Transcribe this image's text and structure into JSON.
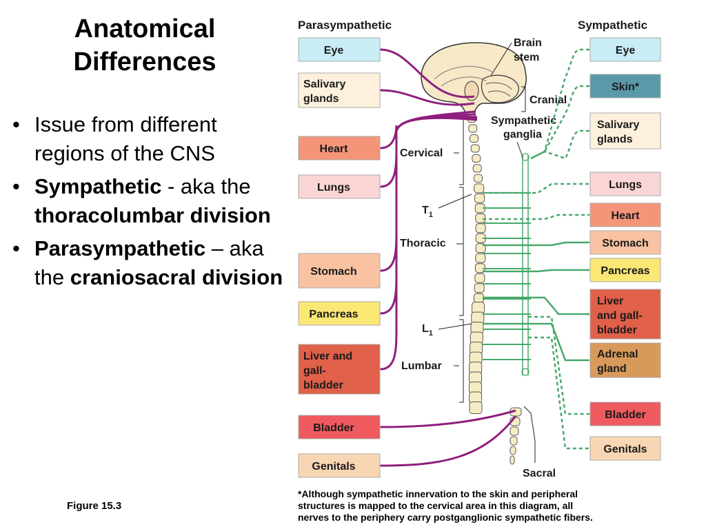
{
  "title": {
    "line1": "Anatomical",
    "line2": "Differences"
  },
  "bullets": {
    "b1": "Issue from different regions of the CNS",
    "b2_bold": "Sympathetic",
    "b2_rest": " - aka the ",
    "b2_bold2": "thoracolumbar division",
    "b3_bold": "Parasympathetic",
    "b3_rest": " – aka the ",
    "b3_bold2": "craniosacral division"
  },
  "figure_ref": "Figure 15.3",
  "diagram": {
    "parasympathetic_header": "Parasympathetic",
    "sympathetic_header": "Sympathetic",
    "para_organs": [
      {
        "l1": "Eye",
        "l2": "",
        "color": "#c9ecf5"
      },
      {
        "l1": "Salivary",
        "l2": "glands",
        "color": "#fdf0dc"
      },
      {
        "l1": "Heart",
        "l2": "",
        "color": "#f4957a"
      },
      {
        "l1": "Lungs",
        "l2": "",
        "color": "#fad5d5"
      },
      {
        "l1": "Stomach",
        "l2": "",
        "color": "#f9c3a3"
      },
      {
        "l1": "Pancreas",
        "l2": "",
        "color": "#fbe774"
      },
      {
        "l1": "Liver and",
        "l2": "gall-",
        "l3": "bladder",
        "color": "#e0604a"
      },
      {
        "l1": "Bladder",
        "l2": "",
        "color": "#ef5a5f"
      },
      {
        "l1": "Genitals",
        "l2": "",
        "color": "#f9d6b3"
      }
    ],
    "symp_organs": [
      {
        "l1": "Eye",
        "l2": "",
        "color": "#c9ecf5"
      },
      {
        "l1": "Skin*",
        "l2": "",
        "color": "#5a9aa8"
      },
      {
        "l1": "Salivary",
        "l2": "glands",
        "color": "#fdf0dc"
      },
      {
        "l1": "Lungs",
        "l2": "",
        "color": "#fad5d5"
      },
      {
        "l1": "Heart",
        "l2": "",
        "color": "#f4957a"
      },
      {
        "l1": "Stomach",
        "l2": "",
        "color": "#f9c3a3"
      },
      {
        "l1": "Pancreas",
        "l2": "",
        "color": "#fbe774"
      },
      {
        "l1": "Liver",
        "l2": "and gall-",
        "l3": "bladder",
        "color": "#e0604a"
      },
      {
        "l1": "Adrenal",
        "l2": "gland",
        "color": "#d89a5a"
      },
      {
        "l1": "Bladder",
        "l2": "",
        "color": "#ef5a5f"
      },
      {
        "l1": "Genitals",
        "l2": "",
        "color": "#f9d6b3"
      }
    ],
    "labels": {
      "brain_stem_1": "Brain",
      "brain_stem_2": "stem",
      "cranial": "Cranial",
      "symp_ganglia_1": "Sympathetic",
      "symp_ganglia_2": "ganglia",
      "cervical": "Cervical",
      "t1": "T",
      "t1_sub": "1",
      "thoracic": "Thoracic",
      "l1": "L",
      "l1_sub": "1",
      "lumbar": "Lumbar",
      "sacral": "Sacral"
    },
    "colors": {
      "parasympathetic": "#8e1f7e",
      "sympathetic": "#46a86a"
    }
  },
  "footnote": {
    "line1": "*Although sympathetic innervation to the skin and peripheral",
    "line2": "structures is mapped to the cervical area in this diagram, all",
    "line3": "nerves to the periphery carry postganglionic sympathetic fibers."
  }
}
